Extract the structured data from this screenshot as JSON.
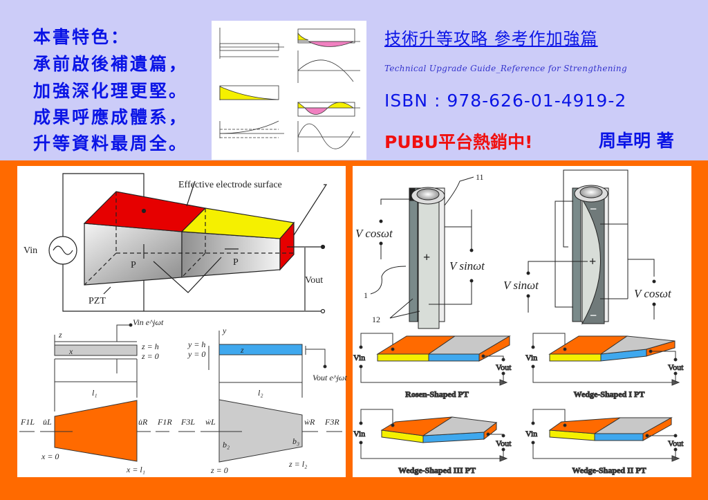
{
  "features": {
    "heading": "本書特色：",
    "lines": [
      "承前啟後補遺篇，",
      "加強深化理更堅。",
      "成果呼應成體系，",
      "升等資料最周全。"
    ]
  },
  "book": {
    "title": "技術升等攻略 參考作加強篇",
    "subtitle": "Technical Upgrade Guide_Reference for Strengthening",
    "isbn": "ISBN : 978-626-01-4919-2",
    "promo": "PUBU平台熱銷中!",
    "author": "周卓明 著"
  },
  "colors": {
    "band": "#ccccf8",
    "background": "#ff6a00",
    "blue_text": "#0a14e6",
    "red_text": "#f01010"
  },
  "fig_pzt": {
    "electrode_label": "Effective electrode surface",
    "vin": "Vin",
    "vout": "Vout",
    "p1": "P",
    "p2": "P",
    "pzt": "PZT"
  },
  "fig_beam": {
    "vin_exp": "Vin e^jωt",
    "vout_exp": "Vout e^jωt",
    "z_axis": "z",
    "x_axis": "x",
    "y_axis": "y",
    "z_axis2": "z",
    "z_h": "z = h",
    "z_0": "z = 0",
    "y_h": "y = h",
    "y_0": "y = 0",
    "l1": "l₁",
    "l2": "l₂",
    "F1L": "F1L",
    "uL": "u̇L",
    "uR": "u̇R",
    "F1R": "F1R",
    "F3L": "F3L",
    "wL": "ẇL",
    "wR": "ẇR",
    "F3R": "F3R",
    "b2": "b₂",
    "b3": "b₃",
    "x0": "x = 0",
    "xl1": "x = l₁",
    "z0": "z = 0",
    "zl2": "z = l₂"
  },
  "fig_tube": {
    "n11": "11",
    "n1": "1",
    "n12": "12",
    "vcos_left": "V cosωt",
    "vsin_left": "V sinωt",
    "vsin_right": "V sinωt",
    "vcos_right": "V cosωt",
    "plus1": "+",
    "plus2": "+",
    "minus1": "−",
    "minus2": "−"
  },
  "fig_pt": [
    {
      "caption": "Rosen-Shaped PT",
      "vin": "Vin",
      "vout": "Vout"
    },
    {
      "caption": "Wedge-Shaped I PT",
      "vin": "Vin",
      "vout": "Vout"
    },
    {
      "caption": "Wedge-Shaped III PT",
      "vin": "Vin",
      "vout": "Vout"
    },
    {
      "caption": "Wedge-Shaped II PT",
      "vin": "Vin",
      "vout": "Vout"
    }
  ]
}
